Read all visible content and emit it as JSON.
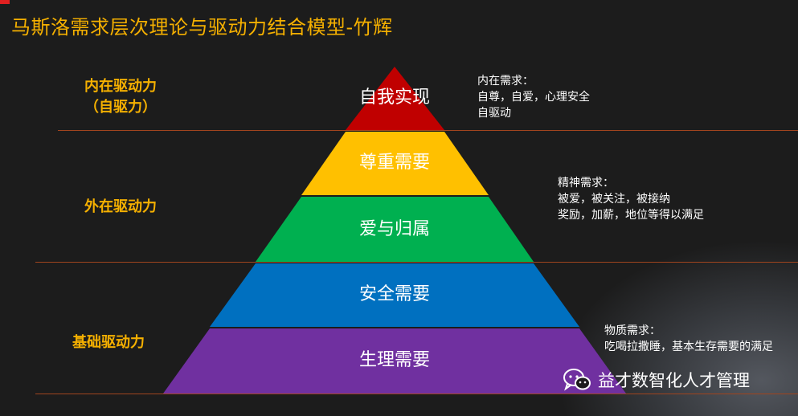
{
  "title": "马斯洛需求层次理论与驱动力结合模型-竹辉",
  "drives": {
    "inner_line1": "内在驱动力",
    "inner_line2": "（自驱力）",
    "outer": "外在驱动力",
    "base": "基础驱动力"
  },
  "pyramid": [
    {
      "label": "自我实现",
      "color": "#c00000"
    },
    {
      "label": "尊重需要",
      "color": "#ffc000"
    },
    {
      "label": "爱与归属",
      "color": "#00b050"
    },
    {
      "label": "安全需要",
      "color": "#0070c0"
    },
    {
      "label": "生理需要",
      "color": "#7030a0"
    }
  ],
  "notes": {
    "inner": {
      "head": "内在需求：",
      "line1": "自尊，自爱，心理安全",
      "line2": "自驱动"
    },
    "spirit": {
      "head": "精神需求：",
      "line1": "被爱，被关注，被接纳",
      "line2": "奖励，加薪，地位等得以满足"
    },
    "material": {
      "head": "物质需求：",
      "line1": "吃喝拉撒睡，基本生存需要的满足"
    }
  },
  "brand": "益才数智化人才管理",
  "icons": {
    "wechat": "wechat-icon"
  }
}
